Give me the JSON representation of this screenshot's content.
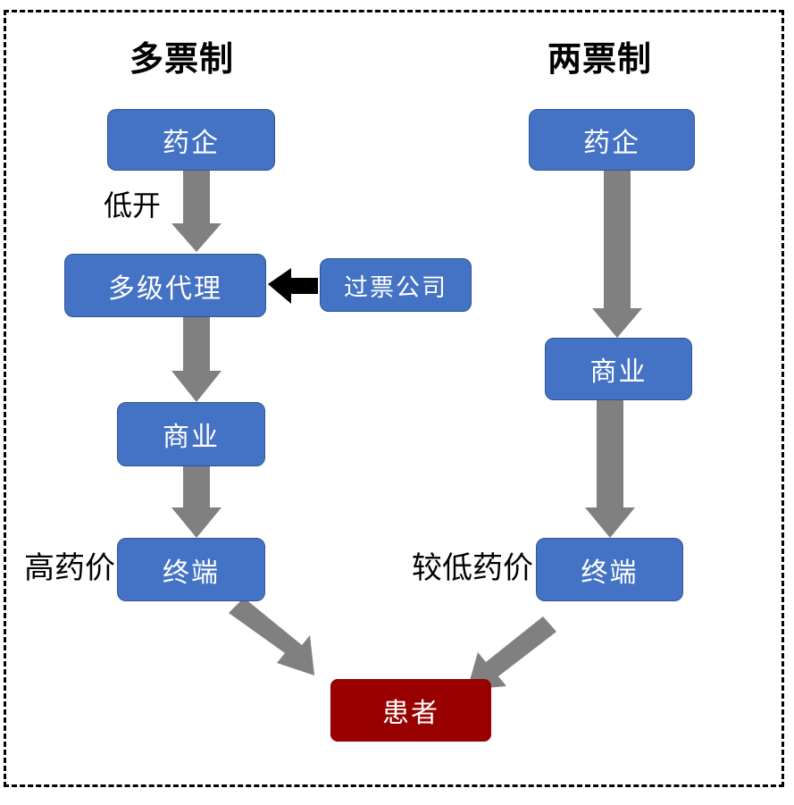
{
  "diagram": {
    "type": "flowchart",
    "title": "",
    "frame": {
      "style": "dashed",
      "color": "#000000"
    },
    "colors": {
      "node_blue_fill": "#4472C4",
      "node_blue_stroke": "#2F5597",
      "node_red_fill": "#990000",
      "arrow_gray": "#808080",
      "arrow_black": "#000000",
      "text_on_node": "#FFFFFF",
      "text_label": "#000000"
    },
    "columns": [
      {
        "id": "multi-invoice",
        "title": "多票制",
        "nodes": [
          {
            "id": "left-pharma",
            "label": "药企",
            "style": "blue"
          },
          {
            "id": "left-multi-agent",
            "label": "多级代理",
            "style": "blue"
          },
          {
            "id": "left-passthrough",
            "label": "过票公司",
            "style": "blue"
          },
          {
            "id": "left-commerce",
            "label": "商业",
            "style": "blue"
          },
          {
            "id": "left-terminal",
            "label": "终端",
            "style": "blue"
          }
        ],
        "edge_labels": [
          {
            "id": "low-invoice",
            "label": "低开"
          },
          {
            "id": "high-drug-price",
            "label": "高药价"
          }
        ]
      },
      {
        "id": "two-invoice",
        "title": "两票制",
        "nodes": [
          {
            "id": "right-pharma",
            "label": "药企",
            "style": "blue"
          },
          {
            "id": "right-commerce",
            "label": "商业",
            "style": "blue"
          },
          {
            "id": "right-terminal",
            "label": "终端",
            "style": "blue"
          }
        ],
        "edge_labels": [
          {
            "id": "lower-drug-price",
            "label": "较低药价"
          }
        ]
      }
    ],
    "shared_node": {
      "id": "patient",
      "label": "患者",
      "style": "red"
    },
    "edges": [
      {
        "from": "left-pharma",
        "to": "left-multi-agent",
        "color": "#808080",
        "label": "低开"
      },
      {
        "from": "left-passthrough",
        "to": "left-multi-agent",
        "color": "#000000",
        "direction": "left"
      },
      {
        "from": "left-multi-agent",
        "to": "left-commerce",
        "color": "#808080"
      },
      {
        "from": "left-commerce",
        "to": "left-terminal",
        "color": "#808080"
      },
      {
        "from": "left-terminal",
        "to": "patient",
        "color": "#808080",
        "label": "高药价"
      },
      {
        "from": "right-pharma",
        "to": "right-commerce",
        "color": "#808080"
      },
      {
        "from": "right-commerce",
        "to": "right-terminal",
        "color": "#808080"
      },
      {
        "from": "right-terminal",
        "to": "patient",
        "color": "#808080",
        "label": "较低药价"
      }
    ]
  }
}
